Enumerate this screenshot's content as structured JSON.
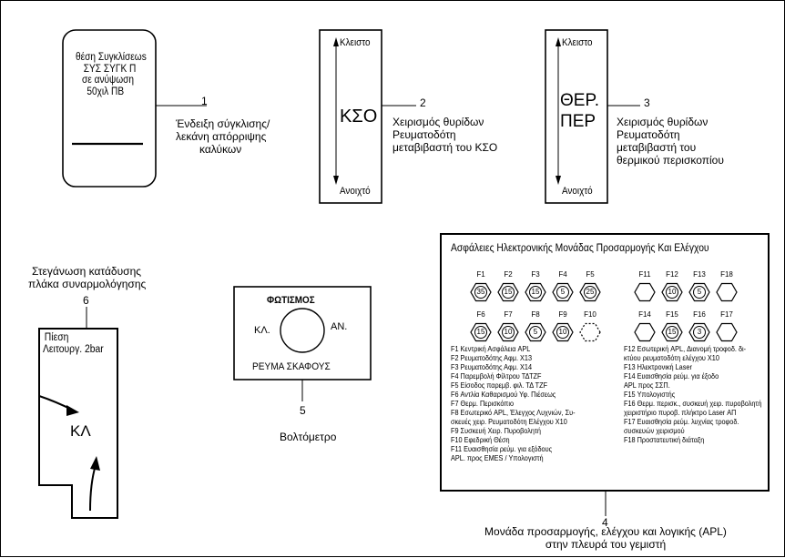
{
  "panel1": {
    "lines": [
      "θέση Συγκλίσεωs",
      "ΣΥΣ ΣΥΓΚ Π",
      "σε ανύψωση",
      "50χιλ ΠΒ"
    ],
    "number": "1",
    "caption": [
      "Ένδειξη σύγκλισης/",
      "λεκάνη απόρριψης",
      "καλύκων"
    ]
  },
  "panel2": {
    "top": "Κλειστο",
    "center": "ΚΣΟ",
    "bottom": "Ανοιχτό",
    "number": "2",
    "caption": [
      "Χειρισμός θυρίδων",
      "Ρευματοδότη",
      "μεταβιβαστή του ΚΣΟ"
    ]
  },
  "panel3": {
    "top": "Κλειστο",
    "center": [
      "ΘΕΡ.",
      "ΠΕΡ"
    ],
    "bottom": "Ανοιχτό",
    "number": "3",
    "caption": [
      "Χειρισμός θυρίδων",
      "Ρευματοδότη",
      "μεταβιβαστή του",
      "θερμικού περισκοπίου"
    ]
  },
  "panel4": {
    "title": "Ασφάλειες Ηλεκτρονικής Μονάδας Προσαρμογής Και Ελέγχου",
    "fuses_left_top": [
      {
        "id": "F1",
        "value": "35"
      },
      {
        "id": "F2",
        "value": "15"
      },
      {
        "id": "F3",
        "value": "15"
      },
      {
        "id": "F4",
        "value": "5"
      },
      {
        "id": "F5",
        "value": "25"
      }
    ],
    "fuses_left_bottom": [
      {
        "id": "F6",
        "value": "15"
      },
      {
        "id": "F7",
        "value": "10"
      },
      {
        "id": "F8",
        "value": "5"
      },
      {
        "id": "F9",
        "value": "10"
      },
      {
        "id": "F10",
        "value": ""
      }
    ],
    "fuses_right_top": [
      {
        "id": "F11",
        "value": ""
      },
      {
        "id": "F12",
        "value": "10"
      },
      {
        "id": "F13",
        "value": "5"
      },
      {
        "id": "F18",
        "value": ""
      }
    ],
    "fuses_right_bottom": [
      {
        "id": "F14",
        "value": ""
      },
      {
        "id": "F15",
        "value": "15"
      },
      {
        "id": "F16",
        "value": "3"
      },
      {
        "id": "F17",
        "value": ""
      }
    ],
    "legend_left": [
      "F1  Κεντρική Ασφάλεια APL",
      "F2  Ρευματοδότης Αφμ. X13",
      "F3  Ρευματοδότης Αφμ. X14",
      "F4  Παρεμβολή Φίλτρου ΤΔΤΖF",
      "F5  Είσοδος παρεμβ. φιλ. ΤΔ ΤΖF",
      "F6  Αντλία Καθαρισμού Υφ. Πιέσεως",
      "F7  Θερμ. Περισκόπιο",
      "F8  Εσωτερικό APL, Έλεγχος Λυχνιών, Συ-",
      "     σκευές χειρ. Ρευματοδότη Ελέγχου X10",
      "F9  Συσκευή Χειρ. Πυροβολητή",
      "F10 Εφεδρική Θέση",
      "F11 Ευαισθησία ρεύμ. για εξόδους",
      "     APL. προς EMES / Υπολογιστή"
    ],
    "legend_right": [
      "F12 Εσωτερική APL, Διανομή τροφοδ. δι-",
      "      κτύου ρευματοδότη ελέγχου X10",
      "F13 Ηλεκτρονική Laser",
      "F14 Ευαισθησία ρεύμ. για έξοδο",
      "      APL προς ΣΣΠ.",
      "F15 Υπολογιστής",
      "F16 Θερμ. περισκ., συσκευή χειρ. πυροβολητή",
      "      χειριστήριο πυροβ. πλήκτρο Laser ΑΠ",
      "F17 Ευαισθησία ρεύμ. λυχνίας τροφοδ.",
      "      συσκευών χειρισμού",
      "F18 Προστατευτική διάταξη"
    ],
    "number": "4",
    "caption": [
      "Μονάδα προσαρμογής, ελέγχου και λογικής (APL)",
      "στην πλευρά του γεμιστή"
    ]
  },
  "panel5": {
    "title": "ΦΩΤΙΣΜΟΣ",
    "left": "ΚΛ.",
    "right": "ΑΝ.",
    "bottom": "ΡΕΥΜΑ ΣΚΑΦΟΥΣ",
    "number": "5",
    "caption": "Βολτόμετρο"
  },
  "panel6": {
    "caption": [
      "Στεγάνωση κατάδυσης",
      "πλάκα συναρμολόγησης"
    ],
    "number": "6",
    "lines": [
      "Πίεση",
      "Λειτουργ. 2bar"
    ],
    "center": "ΚΛ"
  }
}
